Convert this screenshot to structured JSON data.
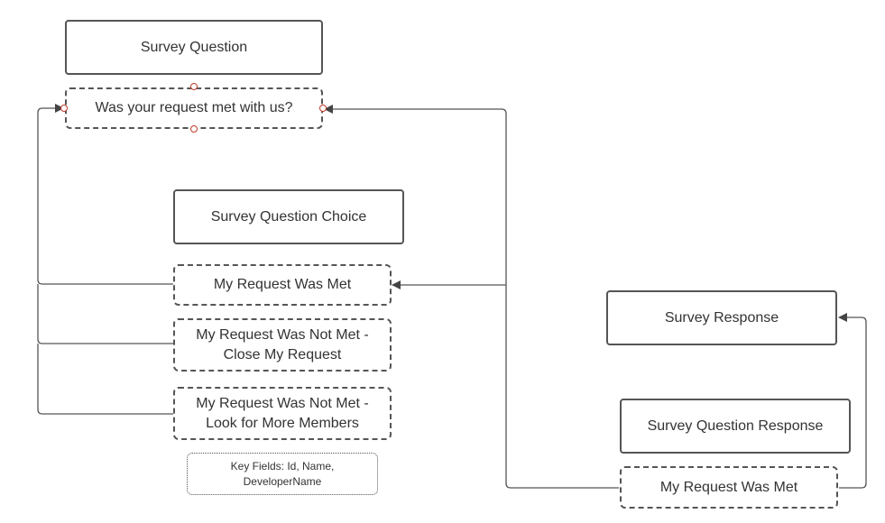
{
  "nodes": {
    "survey_question": "Survey Question",
    "question_text": "Was your request met with us?",
    "survey_question_choice": "Survey Question Choice",
    "choice_met": "My Request Was Met",
    "choice_not_met_close": "My Request Was Not Met -\nClose My Request",
    "choice_not_met_look": "My Request Was Not Met -\nLook for More Members",
    "key_fields": "Key Fields: Id, Name,\nDeveloperName",
    "survey_response": "Survey Response",
    "survey_question_response": "Survey Question Response",
    "response_met": "My Request Was Met"
  },
  "colors": {
    "line": "#555555",
    "handle": "#c0392b"
  }
}
